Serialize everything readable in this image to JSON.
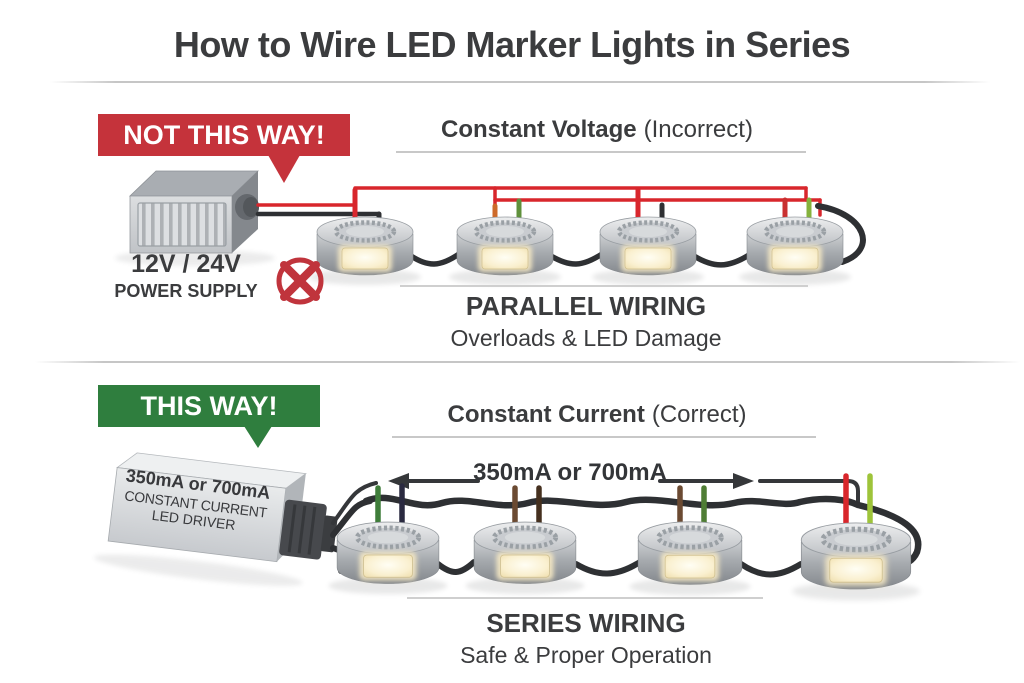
{
  "title": "How to Wire LED Marker Lights in Series",
  "top_section": {
    "banner": "NOT THIS WAY!",
    "heading": "Constant Voltage",
    "heading_note": "(Incorrect)",
    "device": {
      "line1": "12V / 24V",
      "line2": "POWER SUPPLY"
    },
    "caption": "PARALLEL WIRING",
    "caption_sub": "Overloads & LED Damage"
  },
  "bottom_section": {
    "banner": "THIS WAY!",
    "heading": "Constant Current",
    "heading_note": "(Correct)",
    "device": {
      "line1": "350mA or 700mA",
      "line2": "CONSTANT CURRENT",
      "line3": "LED DRIVER"
    },
    "flow_label": "350mA or 700mA",
    "caption": "SERIES WIRING",
    "caption_sub": "Safe & Proper Operation"
  },
  "colors": {
    "banner_red": "#c5333b",
    "banner_green": "#2f7e3e",
    "wire_red": "#d8262c",
    "wire_black": "#2e3033",
    "arrow_dark": "#35373a",
    "prohibited_red": "#c0343c",
    "text_dark": "#3b3c3e",
    "divider_gray": "#c6c6c6",
    "lens_warm": "#f9efcf"
  },
  "wire_colors": {
    "parallel": [
      [
        "#d8262c",
        "#2e3033"
      ],
      [
        "#cd6a2a",
        "#5f903b"
      ],
      [
        "#d8262c",
        "#2e3033"
      ],
      [
        "#c93030",
        "#85b23c"
      ]
    ],
    "series": [
      [
        "#3f7d3a",
        "#2a2a40"
      ],
      [
        "#6b4a32",
        "#45301f"
      ],
      [
        "#6b4a32",
        "#4f7d35"
      ],
      [
        "#d8262b",
        "#9ec43a"
      ]
    ]
  },
  "icons": {
    "prohibited": "crossed-circle-icon",
    "flow": "double-arrow-icon"
  }
}
